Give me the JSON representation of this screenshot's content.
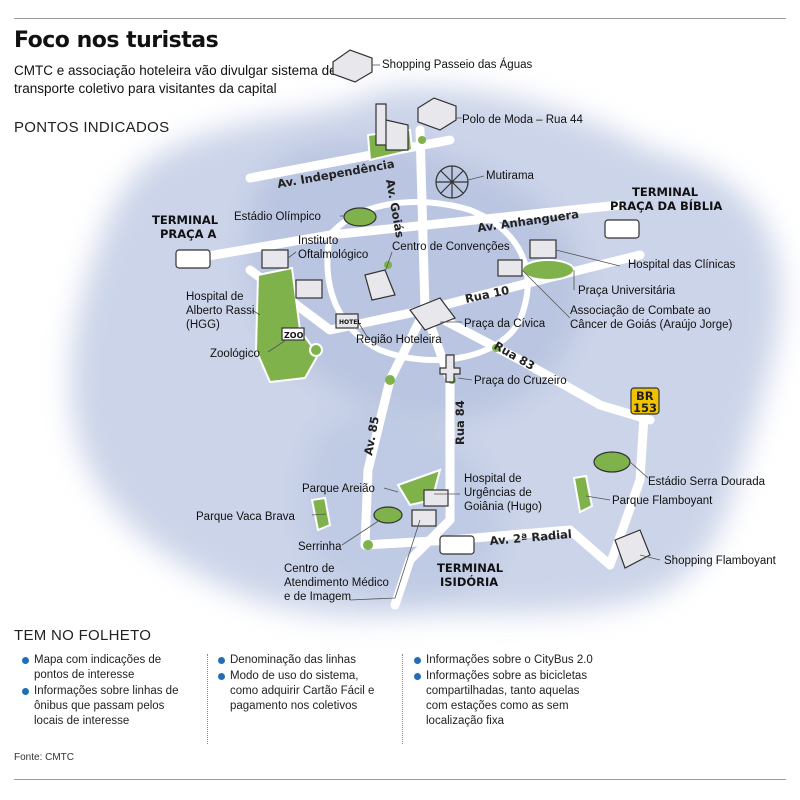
{
  "header": {
    "title": "Foco nos turistas",
    "subtitle": "CMTC e associação hoteleira vão divulgar sistema de transporte coletivo para visitantes da capital",
    "section_points": "PONTOS INDICADOS",
    "section_folheto": "TEM NO FOLHETO"
  },
  "map": {
    "roads": {
      "independencia": "Av. Independência",
      "goias": "Av. Goiás",
      "anhanguera": "Av. Anhanguera",
      "rua10": "Rua 10",
      "rua83": "Rua 83",
      "rua84": "Rua 84",
      "av85": "Av. 85",
      "radial": "Av. 2ª Radial",
      "br153_top": "BR",
      "br153_bottom": "153"
    },
    "terminals": {
      "praca_a_1": "TERMINAL",
      "praca_a_2": "PRAÇA A",
      "biblia_1": "TERMINAL",
      "biblia_2": "PRAÇA DA BÍBLIA",
      "isidoria_1": "TERMINAL",
      "isidoria_2": "ISIDÓRIA"
    },
    "places": {
      "shopping_aguas": "Shopping Passeio das Águas",
      "polo_moda": "Polo de Moda – Rua 44",
      "mutirama": "Mutirama",
      "estadio_olimpico": "Estádio Olímpico",
      "instituto_1": "Instituto",
      "instituto_2": "Oftalmológico",
      "centro_convencoes": "Centro de Convenções",
      "hospital_clinicas": "Hospital das Clínicas",
      "praca_universitaria": "Praça Universitária",
      "assoc_1": "Associação de Combate ao",
      "assoc_2": "Câncer de Goiás (Araújo Jorge)",
      "praca_civica": "Praça da Cívica",
      "regiao_hoteleira": "Região Hoteleira",
      "hotel_sign": "HOTEL",
      "hgg_1": "Hospital de",
      "hgg_2": "Alberto Rassi",
      "hgg_3": "(HGG)",
      "zoo_sign": "ZOO",
      "zoologico": "Zoológico",
      "praca_cruzeiro": "Praça do Cruzeiro",
      "estadio_serra": "Estádio Serra Dourada",
      "parque_flamboyant": "Parque Flamboyant",
      "shopping_flamboyant": "Shopping Flamboyant",
      "parque_areiao": "Parque Areião",
      "hugo_1": "Hospital de",
      "hugo_2": "Urgências de",
      "hugo_3": "Goiânia (Hugo)",
      "vaca_brava": "Parque Vaca Brava",
      "serrinha": "Serrinha",
      "camei_1": "Centro de",
      "camei_2": "Atendimento Médico",
      "camei_3": "e de Imagem"
    }
  },
  "folheto": {
    "col1": [
      "Mapa com indicações de pontos de interesse",
      "Informações sobre linhas de ônibus que passam pelos locais de interesse"
    ],
    "col2": [
      "Denominação das linhas",
      "Modo de uso do sistema, como adquirir Cartão Fácil e pagamento nos coletivos"
    ],
    "col3": [
      "Informações sobre o CityBus 2.0",
      "Informações sobre as bicicletas compartilhadas, tanto aquelas com estações como as sem localização fixa"
    ]
  },
  "source": "Fonte: CMTC",
  "colors": {
    "accent": "#1e6fb5",
    "park": "#7fb24a",
    "water": "#b9c6e0",
    "badge": "#f2c200"
  }
}
